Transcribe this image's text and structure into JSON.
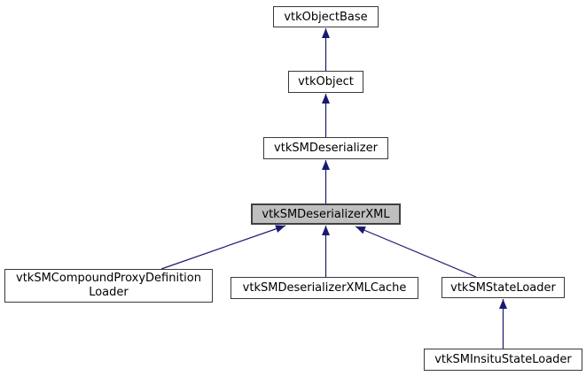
{
  "diagram": {
    "type": "inheritance-graph",
    "highlighted_class": "vtkSMDeserializerXML",
    "colors": {
      "edge": "#191970",
      "node_border": "#3a3a3a",
      "node_fill": "#ffffff",
      "highlight_fill": "#bfbfbf",
      "highlight_border": "#404040",
      "text": "#000000",
      "background": "#ffffff"
    },
    "nodes": [
      {
        "id": "vtkObjectBase",
        "label": "vtkObjectBase",
        "highlighted": false
      },
      {
        "id": "vtkObject",
        "label": "vtkObject",
        "highlighted": false
      },
      {
        "id": "vtkSMDeserializer",
        "label": "vtkSMDeserializer",
        "highlighted": false
      },
      {
        "id": "vtkSMDeserializerXML",
        "label": "vtkSMDeserializerXML",
        "highlighted": true
      },
      {
        "id": "vtkSMCompoundProxyDefinitionLoader",
        "label": "vtkSMCompoundProxyDefinitionLoader",
        "label_lines": [
          "vtkSMCompoundProxyDefinition",
          "Loader"
        ],
        "highlighted": false
      },
      {
        "id": "vtkSMDeserializerXMLCache",
        "label": "vtkSMDeserializerXMLCache",
        "highlighted": false
      },
      {
        "id": "vtkSMStateLoader",
        "label": "vtkSMStateLoader",
        "highlighted": false
      },
      {
        "id": "vtkSMInsituStateLoader",
        "label": "vtkSMInsituStateLoader",
        "highlighted": false
      }
    ],
    "edges": [
      {
        "from": "vtkObject",
        "to": "vtkObjectBase"
      },
      {
        "from": "vtkSMDeserializer",
        "to": "vtkObject"
      },
      {
        "from": "vtkSMDeserializerXML",
        "to": "vtkSMDeserializer"
      },
      {
        "from": "vtkSMCompoundProxyDefinitionLoader",
        "to": "vtkSMDeserializerXML"
      },
      {
        "from": "vtkSMDeserializerXMLCache",
        "to": "vtkSMDeserializerXML"
      },
      {
        "from": "vtkSMStateLoader",
        "to": "vtkSMDeserializerXML"
      },
      {
        "from": "vtkSMInsituStateLoader",
        "to": "vtkSMStateLoader"
      }
    ]
  }
}
